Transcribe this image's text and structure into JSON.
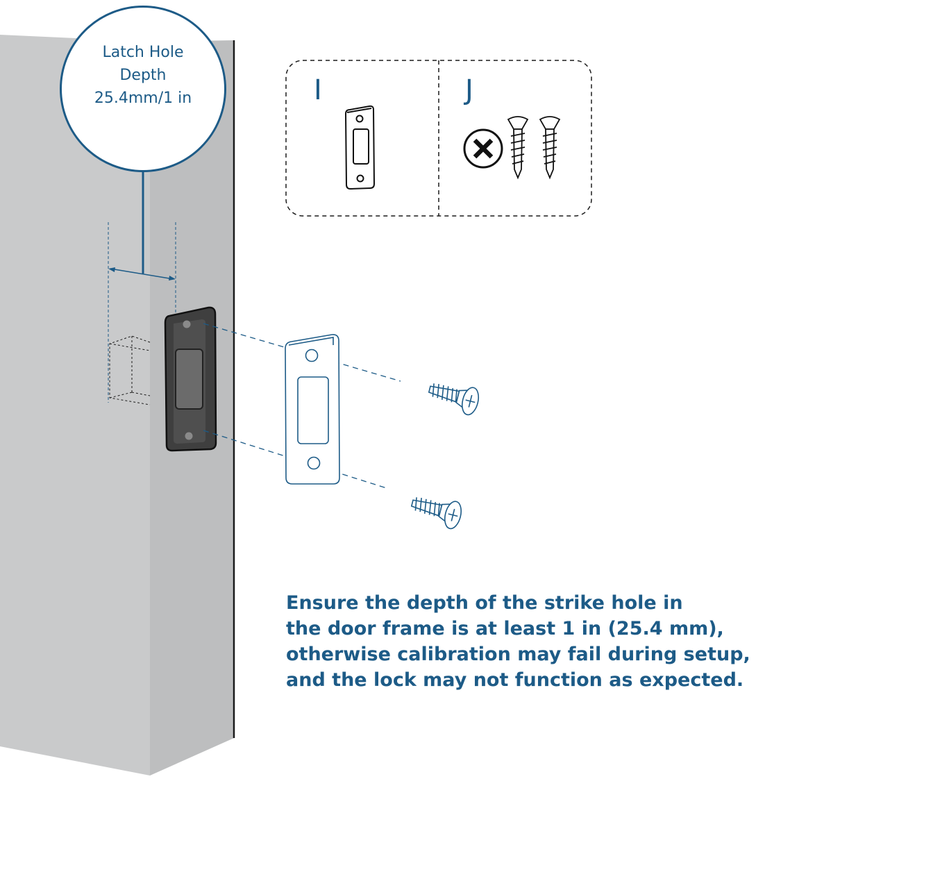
{
  "callout": {
    "lines": [
      "Latch Hole",
      "Depth",
      "25.4mm/1 in"
    ]
  },
  "parts_box": {
    "part_i_label": "I",
    "part_j_label": "J"
  },
  "note": {
    "lines": [
      "Ensure the depth of the strike hole in",
      "the door frame is at least 1 in (25.4 mm),",
      "otherwise calibration may fail during setup,",
      "and the lock may not function as expected."
    ]
  },
  "colors": {
    "accent_blue": "#1d5b87",
    "frame_front": "#c9cacb",
    "frame_side": "#bdbebf",
    "outline": "#1a1a1a",
    "recess_dark": "#4b4b4b"
  },
  "icons": [
    "strike-plate-icon",
    "phillips-screwdriver-icon",
    "wood-screw-icon"
  ]
}
